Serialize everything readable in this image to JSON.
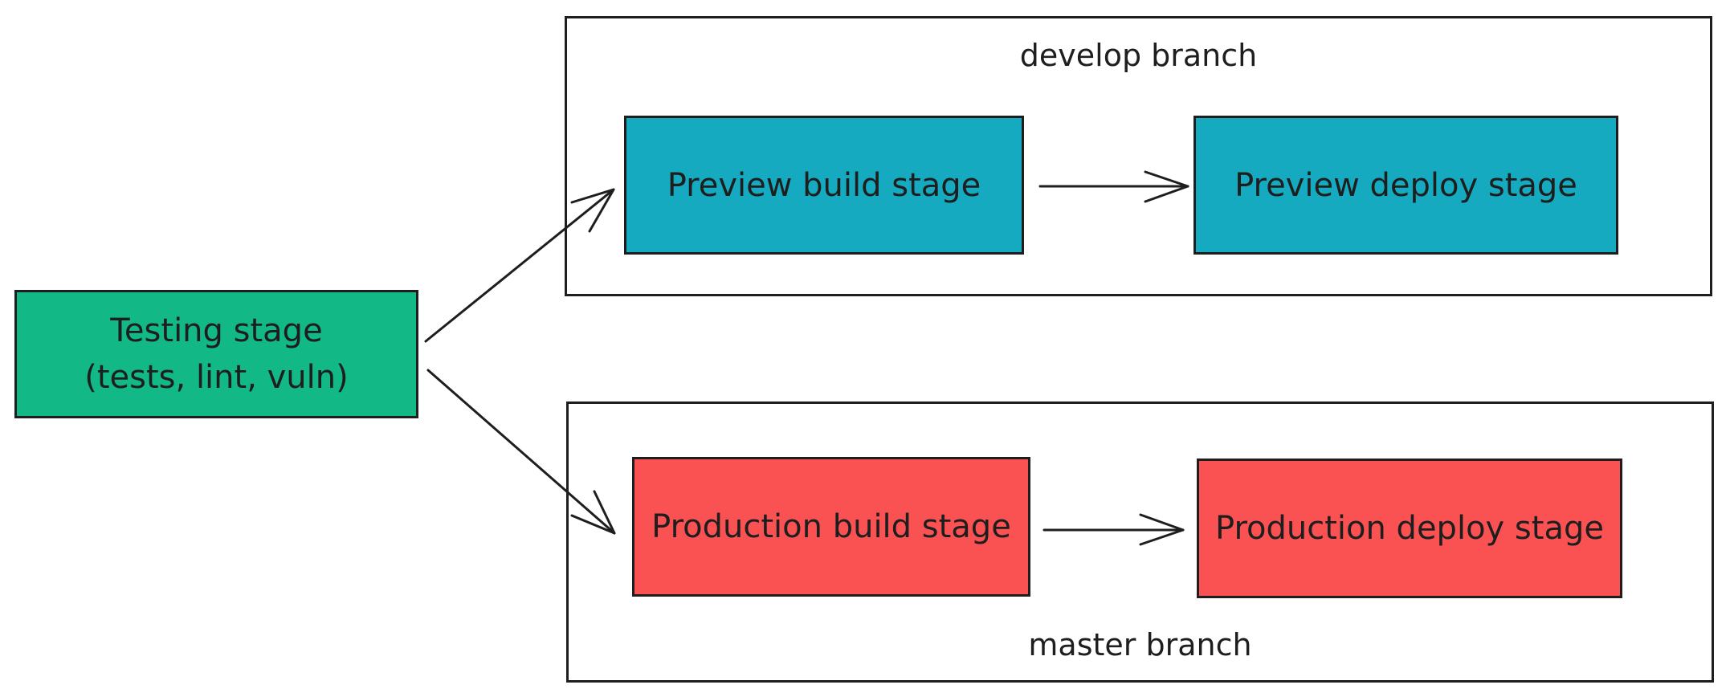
{
  "frames": {
    "develop": {
      "title": "develop branch"
    },
    "master": {
      "title": "master branch"
    }
  },
  "nodes": {
    "testing": {
      "line1": "Testing stage",
      "line2": "(tests, lint, vuln)",
      "color": "#12b886"
    },
    "preview_build": {
      "label": "Preview build stage",
      "color": "#15aabf"
    },
    "preview_deploy": {
      "label": "Preview deploy stage",
      "color": "#15aabf"
    },
    "prod_build": {
      "label": "Production build stage",
      "color": "#fa5252"
    },
    "prod_deploy": {
      "label": "Production deploy stage",
      "color": "#fa5252"
    }
  },
  "edges": [
    {
      "from": "testing",
      "to": "preview_build"
    },
    {
      "from": "testing",
      "to": "prod_build"
    },
    {
      "from": "preview_build",
      "to": "preview_deploy"
    },
    {
      "from": "prod_build",
      "to": "prod_deploy"
    }
  ]
}
